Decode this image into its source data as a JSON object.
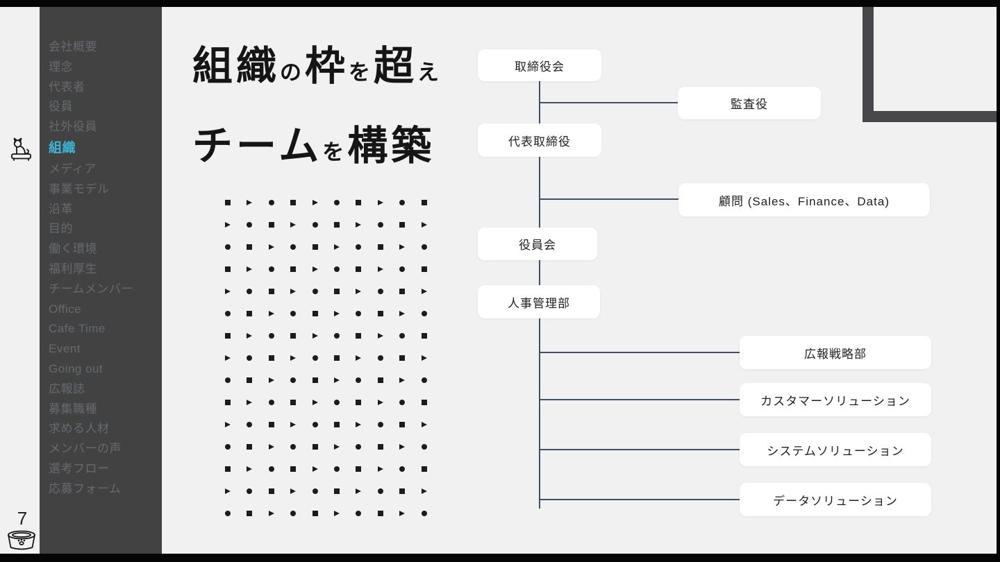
{
  "footer": {
    "page_number": "7"
  },
  "sidebar": {
    "items": [
      {
        "label": "会社概要",
        "active": false
      },
      {
        "label": "理念",
        "active": false
      },
      {
        "label": "代表者",
        "active": false
      },
      {
        "label": "役員",
        "active": false
      },
      {
        "label": "社外役員",
        "active": false
      },
      {
        "label": "組織",
        "active": true
      },
      {
        "label": "メディア",
        "active": false
      },
      {
        "label": "事業モデル",
        "active": false
      },
      {
        "label": "沿革",
        "active": false
      },
      {
        "label": "目的",
        "active": false
      },
      {
        "label": "働く環境",
        "active": false
      },
      {
        "label": "福利厚生",
        "active": false
      },
      {
        "label": "チームメンバー",
        "active": false
      },
      {
        "label": "Office",
        "active": false
      },
      {
        "label": "Cafe Time",
        "active": false
      },
      {
        "label": "Event",
        "active": false
      },
      {
        "label": "Going out",
        "active": false
      },
      {
        "label": "広報誌",
        "active": false
      },
      {
        "label": "募集職種",
        "active": false
      },
      {
        "label": "求める人材",
        "active": false
      },
      {
        "label": "メンバーの声",
        "active": false
      },
      {
        "label": "選考フロー",
        "active": false
      },
      {
        "label": "応募フォーム",
        "active": false
      }
    ]
  },
  "title": {
    "line1": [
      "組織",
      "の",
      "枠",
      "を",
      "超",
      "え"
    ],
    "line2": [
      "チーム",
      "を",
      "構築"
    ]
  },
  "org_chart": {
    "nodes": [
      {
        "label": "取締役会"
      },
      {
        "label": "監査役"
      },
      {
        "label": "代表取締役"
      },
      {
        "label": "顧問 (Sales、Finance、Data)"
      },
      {
        "label": "役員会"
      },
      {
        "label": "人事管理部"
      },
      {
        "label": "広報戦略部"
      },
      {
        "label": "カスタマーソリューション"
      },
      {
        "label": "システムソリューション"
      },
      {
        "label": "データソリューション"
      }
    ]
  },
  "decoration": {
    "dot_grid": {
      "rows": 15,
      "cols": 10,
      "shape_cycle": [
        "square",
        "triangle",
        "circle"
      ]
    },
    "icons": [
      "cat-icon",
      "pet-bowl-icon"
    ]
  },
  "colors": {
    "accent": "#3CB4D6",
    "connector_line": "#414E63",
    "sidebar_background": "#424242",
    "canvas_background": "#F1F1F1",
    "frame_dark": "#48484A",
    "dot_color": "#1C1C1C"
  }
}
